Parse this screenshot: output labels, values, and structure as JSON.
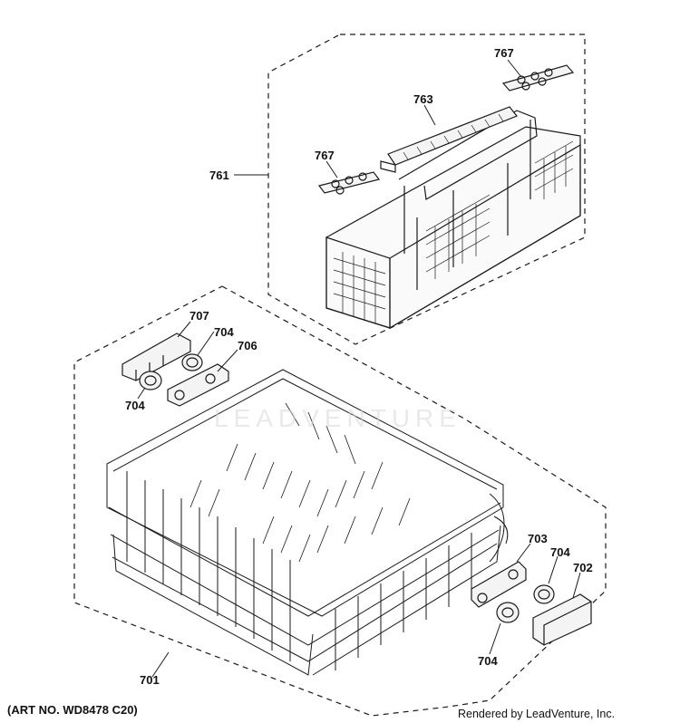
{
  "callouts": {
    "c767a": "767",
    "c763": "763",
    "c767b": "767",
    "c761": "761",
    "c707": "707",
    "c704a": "704",
    "c706": "706",
    "c704b": "704",
    "c703": "703",
    "c704c": "704",
    "c702": "702",
    "c704d": "704",
    "c701": "701"
  },
  "footer": {
    "art_no": "(ART NO. WD8478 C20)",
    "rendered_by": "Rendered by LeadVenture, Inc."
  },
  "watermark": {
    "text": "LEADVENTURE"
  },
  "colors": {
    "line": "#1a1a1a",
    "background": "#ffffff"
  }
}
